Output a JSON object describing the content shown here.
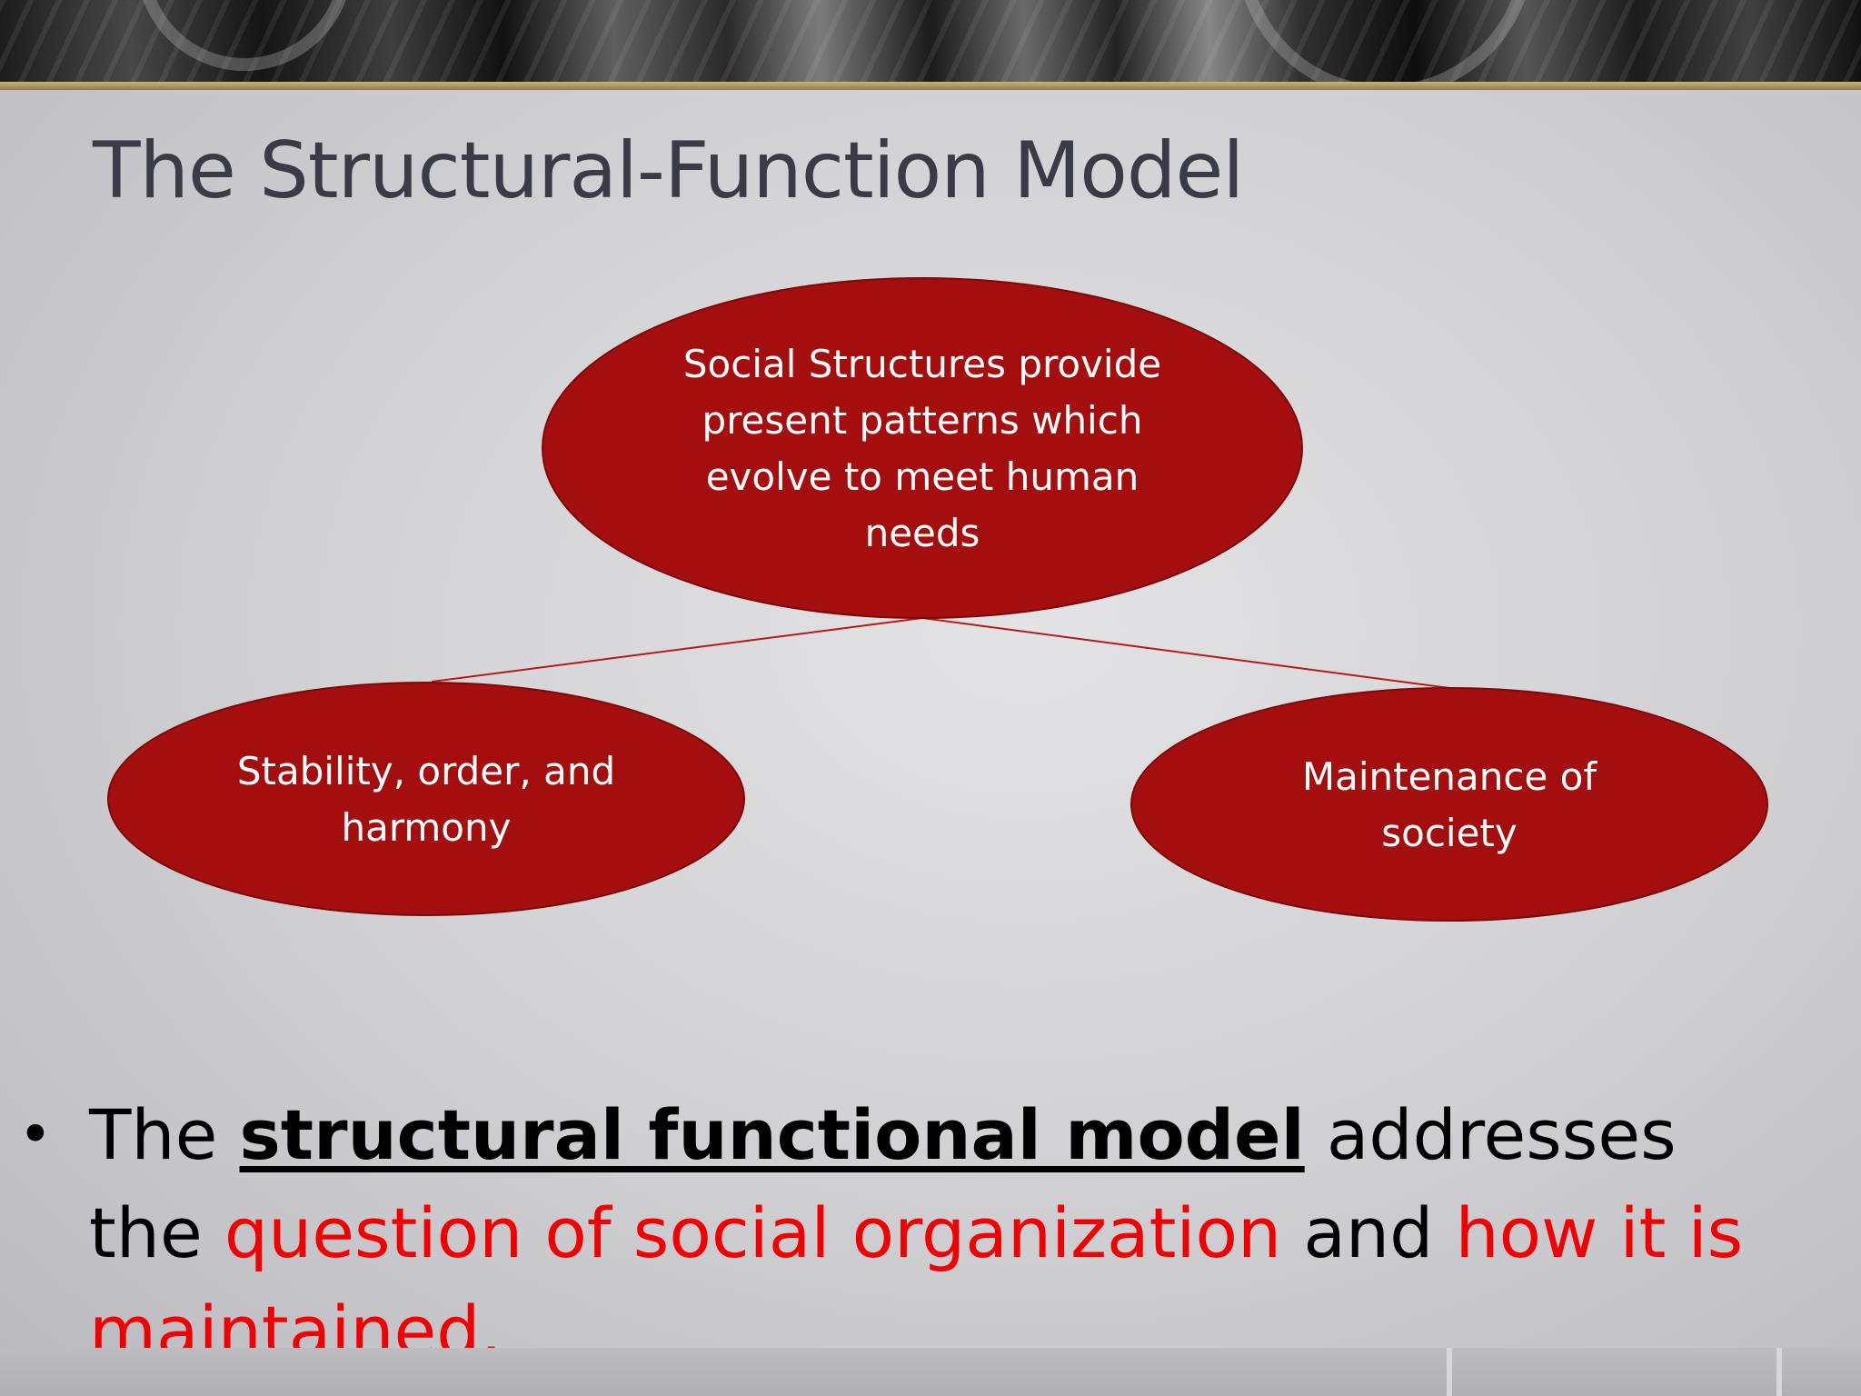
{
  "slide": {
    "title": "The Structural-Function Model",
    "colors": {
      "node_fill": "#a50e0e",
      "node_stroke": "#7d0a0a",
      "connector": "#b51a1a",
      "title": "#3a3b46",
      "highlight_red": "#f00000",
      "accent_gold": "#b49c68"
    }
  },
  "diagram": {
    "nodes": {
      "top": {
        "line1": "Social Structures provide",
        "line2": "present patterns which",
        "line3": "evolve to meet human",
        "line4": "needs"
      },
      "left": {
        "line1": "Stability, order, and",
        "line2": "harmony"
      },
      "right": {
        "line1": "Maintenance of",
        "line2": "society"
      }
    }
  },
  "bullet": {
    "marker": "•",
    "part1": "The ",
    "part2_bold": "structural functional model",
    "part3": " addresses the ",
    "part4_red": "question of social organization",
    "part5": " and ",
    "part6_red": "how it is maintained."
  }
}
